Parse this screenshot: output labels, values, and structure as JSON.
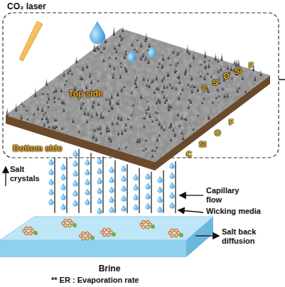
{
  "diagram": {
    "nodes": [
      {
        "text": [
          "Brine"
        ]
      }
    ],
    "labels": [
      "CO₂ laser",
      "C",
      "S",
      "O",
      "Si",
      "F",
      "Top side",
      "Bottom side",
      "C",
      "Si",
      "O",
      "F",
      "Salt crystals",
      "Capillary flow",
      "Wicking media",
      "Salt back diffusion",
      "** ER : Evaporation rate"
    ]
  }
}
